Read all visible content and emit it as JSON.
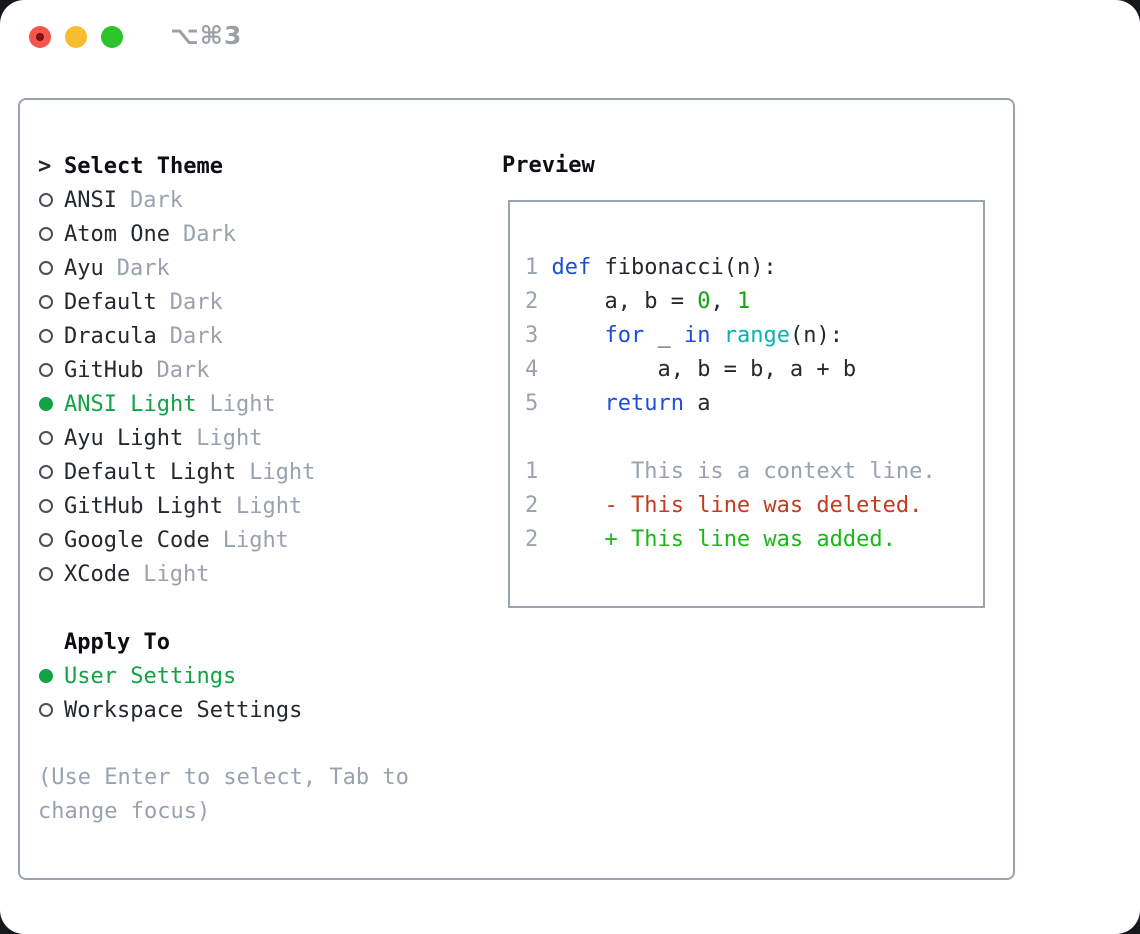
{
  "window": {
    "title": "⌥⌘3"
  },
  "theme_panel": {
    "header": {
      "prefix": ">",
      "label": "Select Theme"
    },
    "themes": [
      {
        "name": "ANSI",
        "variant": "Dark",
        "selected": false
      },
      {
        "name": "Atom One",
        "variant": "Dark",
        "selected": false
      },
      {
        "name": "Ayu",
        "variant": "Dark",
        "selected": false
      },
      {
        "name": "Default",
        "variant": "Dark",
        "selected": false
      },
      {
        "name": "Dracula",
        "variant": "Dark",
        "selected": false
      },
      {
        "name": "GitHub",
        "variant": "Dark",
        "selected": false
      },
      {
        "name": "ANSI Light",
        "variant": "Light",
        "selected": true
      },
      {
        "name": "Ayu Light",
        "variant": "Light",
        "selected": false
      },
      {
        "name": "Default Light",
        "variant": "Light",
        "selected": false
      },
      {
        "name": "GitHub Light",
        "variant": "Light",
        "selected": false
      },
      {
        "name": "Google Code",
        "variant": "Light",
        "selected": false
      },
      {
        "name": "XCode",
        "variant": "Light",
        "selected": false
      }
    ],
    "apply_to": {
      "label": "Apply To",
      "options": [
        {
          "label": "User Settings",
          "selected": true
        },
        {
          "label": "Workspace Settings",
          "selected": false
        }
      ]
    },
    "hint": "(Use Enter to select, Tab to change focus)"
  },
  "preview": {
    "label": "Preview",
    "lines": [
      {
        "segs": [
          [
            "num",
            "1 "
          ],
          [
            "kw",
            "def"
          ],
          [
            "pl",
            " fibonacci(n):"
          ]
        ]
      },
      {
        "segs": [
          [
            "num",
            "2 "
          ],
          [
            "pl",
            "    a, b = "
          ],
          [
            "lit",
            "0"
          ],
          [
            "pl",
            ", "
          ],
          [
            "lit",
            "1"
          ]
        ]
      },
      {
        "segs": [
          [
            "num",
            "3 "
          ],
          [
            "pl",
            "    "
          ],
          [
            "kw",
            "for"
          ],
          [
            "pl",
            " _ "
          ],
          [
            "kw",
            "in"
          ],
          [
            "pl",
            " "
          ],
          [
            "bi",
            "range"
          ],
          [
            "pl",
            "(n):"
          ]
        ]
      },
      {
        "segs": [
          [
            "num",
            "4 "
          ],
          [
            "pl",
            "        a, b = b, a + b"
          ]
        ]
      },
      {
        "segs": [
          [
            "num",
            "5 "
          ],
          [
            "pl",
            "    "
          ],
          [
            "kw",
            "return"
          ],
          [
            "pl",
            " a"
          ]
        ]
      },
      {
        "segs": []
      },
      {
        "segs": [
          [
            "num",
            "1"
          ],
          [
            "ctx",
            "       This is a context line."
          ]
        ]
      },
      {
        "segs": [
          [
            "num",
            "2"
          ],
          [
            "pl",
            "     "
          ],
          [
            "del",
            "- This line was deleted."
          ]
        ]
      },
      {
        "segs": [
          [
            "num",
            "2"
          ],
          [
            "pl",
            "     "
          ],
          [
            "add",
            "+ This line was added."
          ]
        ]
      }
    ]
  },
  "colors": {
    "text": "#24292e",
    "muted": "#99a2ae",
    "border": "#9aa3ae",
    "select_green": "#12a347",
    "keyword_blue": "#1b4fd8",
    "builtin_cyan": "#0ab1b1",
    "literal_green": "#12a312",
    "deleted_red": "#c23b21",
    "added_green": "#17b917",
    "traffic_red": "#f4564e",
    "traffic_yellow": "#f8bd2e",
    "traffic_green": "#2dc32d",
    "title_gray": "#9aa0a8",
    "radio_outline": "#4b5058"
  }
}
